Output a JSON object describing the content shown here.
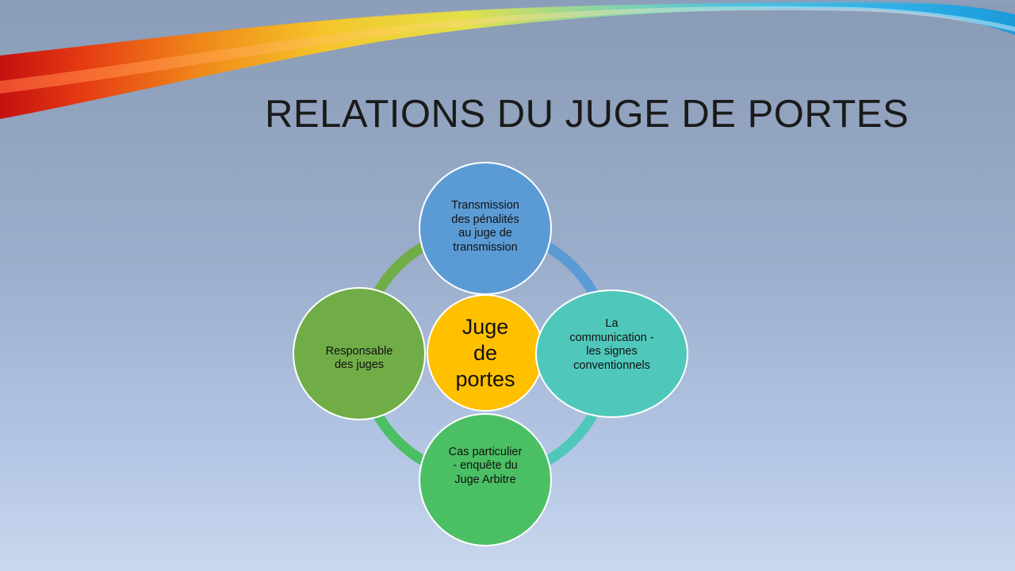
{
  "slide": {
    "title": "RELATIONS DU JUGE DE PORTES"
  },
  "colors": {
    "background_top": "#8a9bb5",
    "background_bottom": "#c9d7ee",
    "center": "#ffc000",
    "top": "#5b9bd5",
    "left": "#70ad47",
    "right": "#4fc8bb",
    "bottom": "#4bbf63",
    "ring_top_left": "#70ad47",
    "ring_top_right": "#5b9bd5",
    "ring_bottom_left": "#4bbf63",
    "ring_bottom_right": "#4fc8bb"
  },
  "diagram": {
    "center": {
      "label": "Juge\nde\nportes"
    },
    "top": {
      "label": "Transmission\ndes pénalités\nau juge de\ntransmission"
    },
    "left": {
      "label": "Responsable\ndes juges"
    },
    "right": {
      "label": "La\ncommunication -\nles signes\nconventionnels"
    },
    "bottom": {
      "label": "Cas particulier\n- enquête du\nJuge  Arbitre"
    }
  }
}
